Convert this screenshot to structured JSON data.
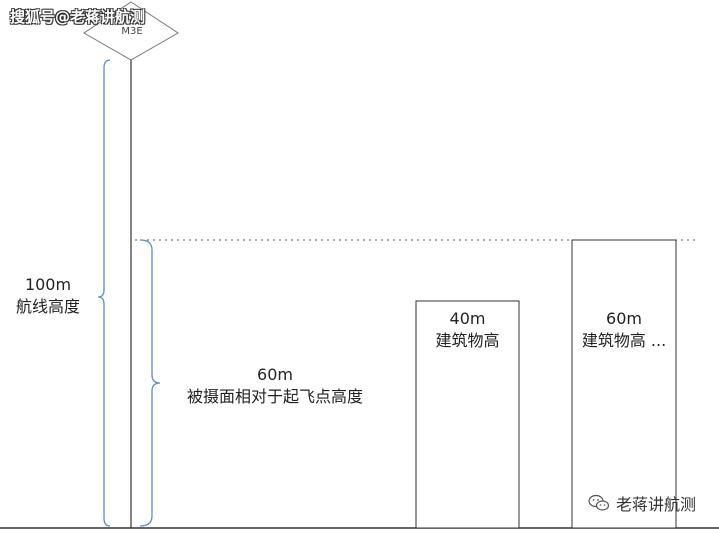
{
  "watermark_top": "搜狐号@老蒋讲航测",
  "drone": {
    "label": "M3E"
  },
  "flight_altitude": {
    "value": "100m",
    "caption": "航线高度"
  },
  "relative_height": {
    "value": "60m",
    "caption": "被摄面相对于起飞点高度"
  },
  "buildings": [
    {
      "height": "40m",
      "caption": "建筑物高"
    },
    {
      "height": "60m",
      "caption": "建筑物高 ..."
    }
  ],
  "watermark_bottom": {
    "icon": "wechat-icon",
    "text": "老蒋讲航测"
  }
}
